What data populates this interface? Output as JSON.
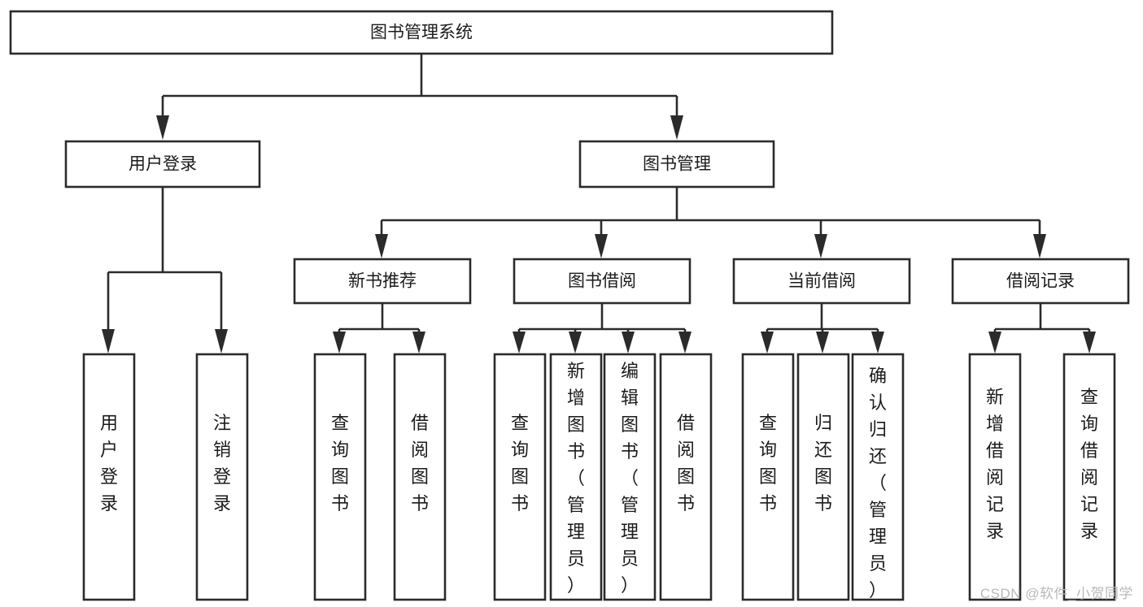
{
  "diagram": {
    "type": "hierarchy-tree",
    "title": "图书管理系统",
    "watermark": "CSDN @软件_小贺同学",
    "colors": {
      "stroke": "#2b2b2b",
      "fill": "#ffffff",
      "text": "#1b1b1b",
      "watermark": "#b9b9b9",
      "background": "#ffffff"
    },
    "root": {
      "label": "图书管理系统"
    },
    "level2": [
      {
        "id": "user-login",
        "label": "用户登录"
      },
      {
        "id": "book-management",
        "label": "图书管理"
      }
    ],
    "level3": [
      {
        "id": "new-book-recommend",
        "label": "新书推荐",
        "parent": "book-management"
      },
      {
        "id": "book-borrow",
        "label": "图书借阅",
        "parent": "book-management"
      },
      {
        "id": "current-borrow",
        "label": "当前借阅",
        "parent": "book-management"
      },
      {
        "id": "borrow-record",
        "label": "借阅记录",
        "parent": "book-management"
      }
    ],
    "leaves": {
      "user-login": [
        {
          "id": "leaf-user-login",
          "label": "用户登录"
        },
        {
          "id": "leaf-user-logout",
          "label": "注销登录"
        }
      ],
      "new-book-recommend": [
        {
          "id": "leaf-query-book-1",
          "label": "查询图书"
        },
        {
          "id": "leaf-borrow-book-1",
          "label": "借阅图书"
        }
      ],
      "book-borrow": [
        {
          "id": "leaf-query-book-2",
          "label": "查询图书"
        },
        {
          "id": "leaf-add-book",
          "label": "新增图书（管理员）"
        },
        {
          "id": "leaf-edit-book",
          "label": "编辑图书（管理员）"
        },
        {
          "id": "leaf-borrow-book-2",
          "label": "借阅图书"
        }
      ],
      "current-borrow": [
        {
          "id": "leaf-query-book-3",
          "label": "查询图书"
        },
        {
          "id": "leaf-return-book",
          "label": "归还图书"
        },
        {
          "id": "leaf-confirm-return",
          "label": "确认归还（管理员）"
        }
      ],
      "borrow-record": [
        {
          "id": "leaf-add-record",
          "label": "新增借阅记录"
        },
        {
          "id": "leaf-query-record",
          "label": "查询借阅记录"
        }
      ]
    }
  }
}
